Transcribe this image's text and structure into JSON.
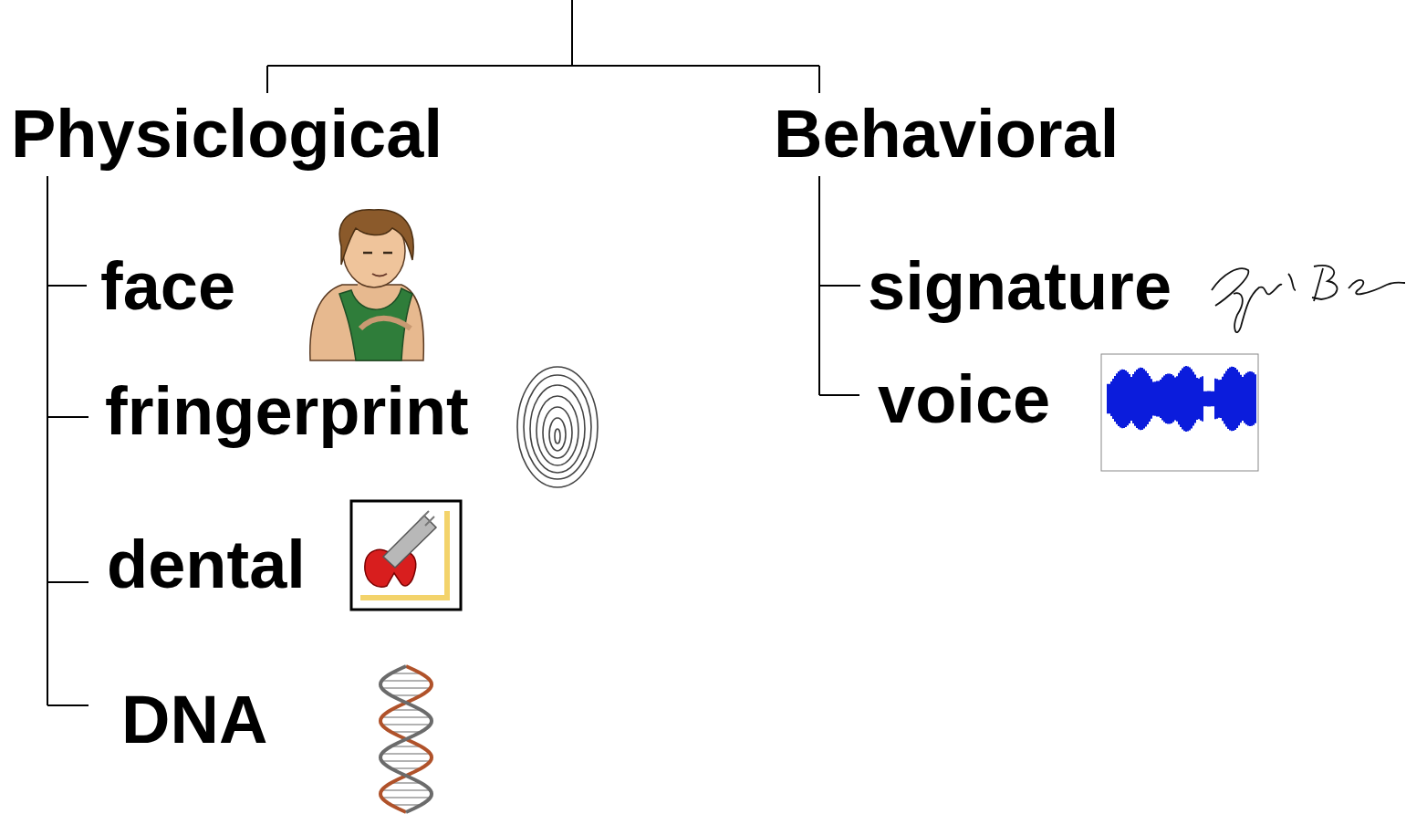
{
  "diagram": {
    "labels": [
      "Physiclogical",
      "Behavioral",
      "face",
      "fringerprint",
      "dental",
      "DNA",
      "signature",
      "voice"
    ]
  }
}
